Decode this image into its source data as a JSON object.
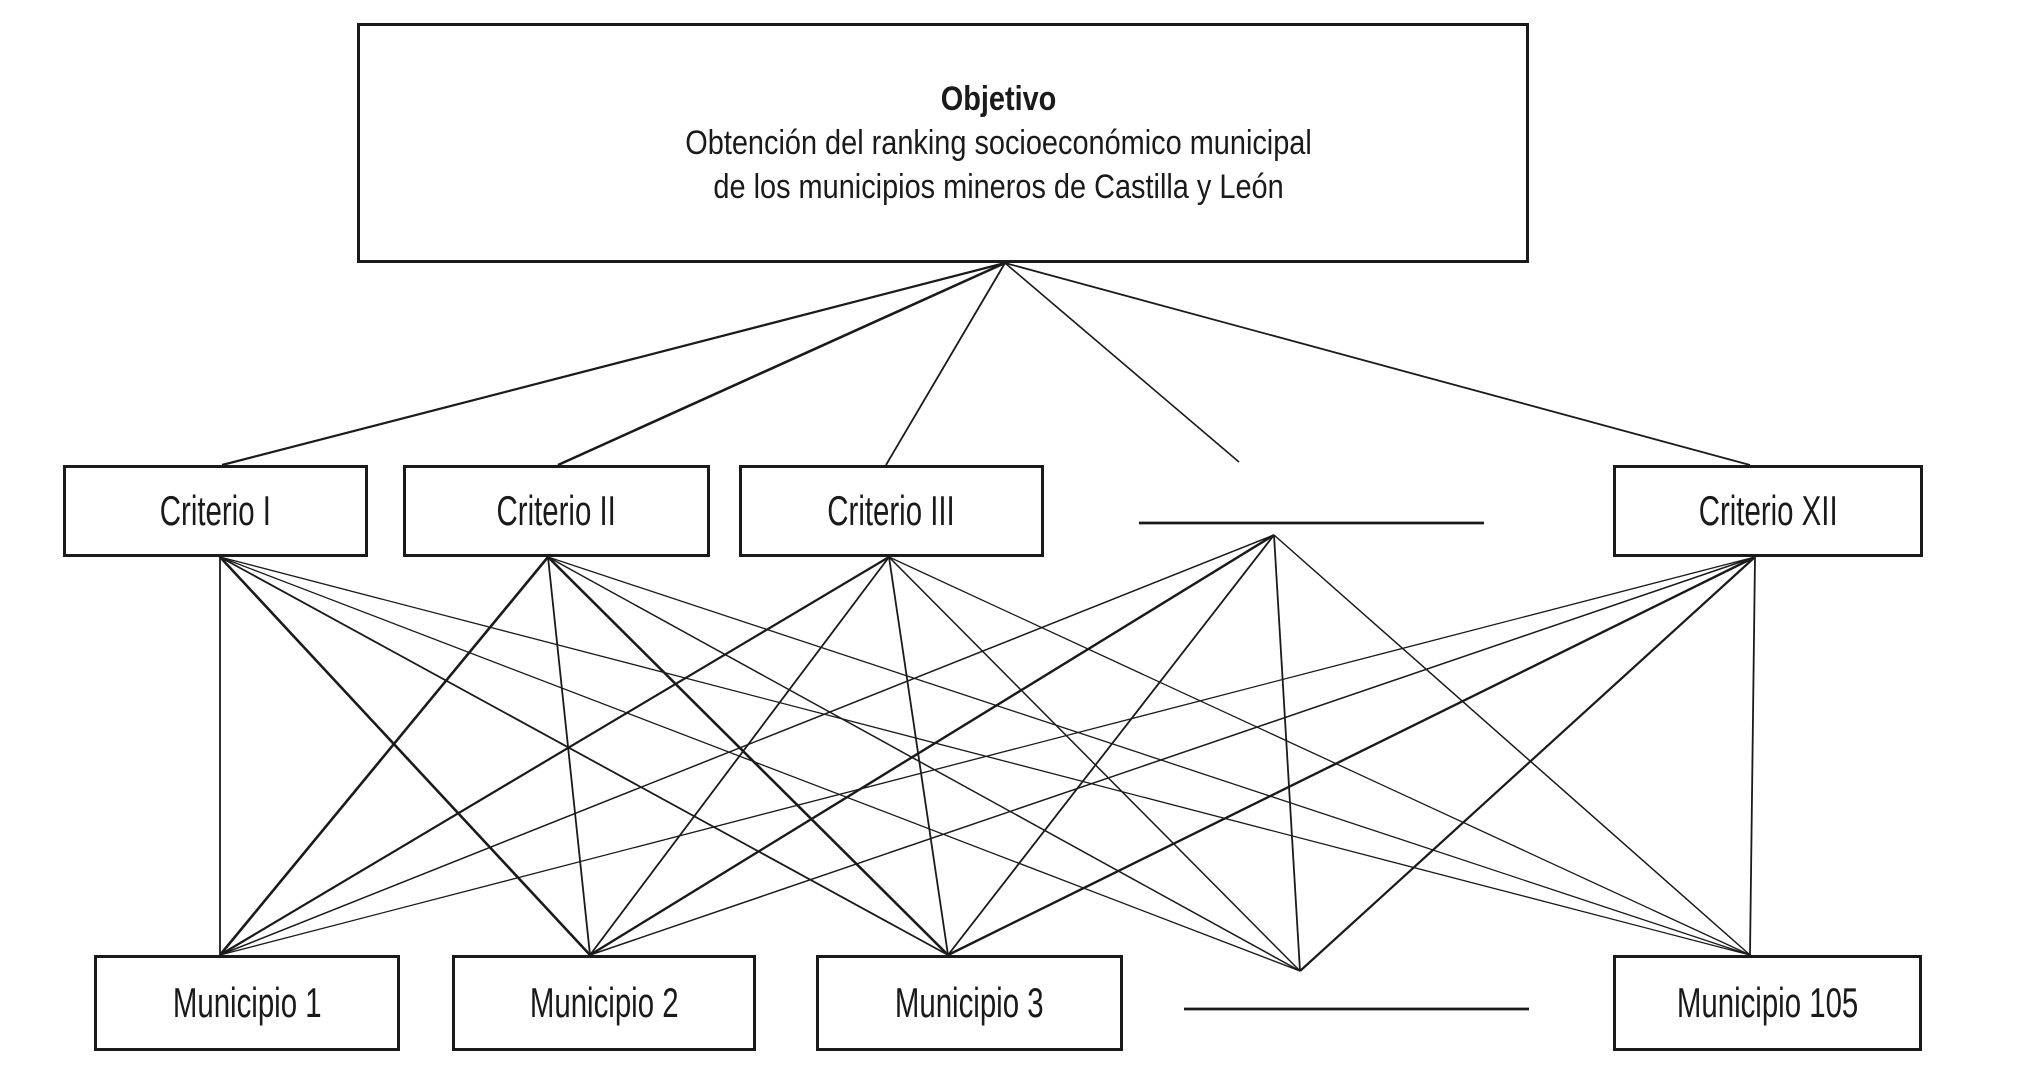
{
  "objective": {
    "title": "Objetivo",
    "subtitle_line1": "Obtención del ranking socioeconómico municipal",
    "subtitle_line2": "de los municipios mineros de Castilla y León"
  },
  "criteria": [
    {
      "label": "Criterio I"
    },
    {
      "label": "Criterio II"
    },
    {
      "label": "Criterio III"
    },
    {
      "label": "Criterio XII"
    }
  ],
  "criteria_ellipsis": "line placeholder between Criterio III and Criterio XII",
  "municipalities": [
    {
      "label": "Municipio 1"
    },
    {
      "label": "Municipio 2"
    },
    {
      "label": "Municipio 3"
    },
    {
      "label": "Municipio 105"
    }
  ],
  "municipality_ellipsis": "line placeholder between Municipio 3 and Municipio 105",
  "colors": {
    "ink": "#1a1a1a",
    "background": "#ffffff"
  }
}
